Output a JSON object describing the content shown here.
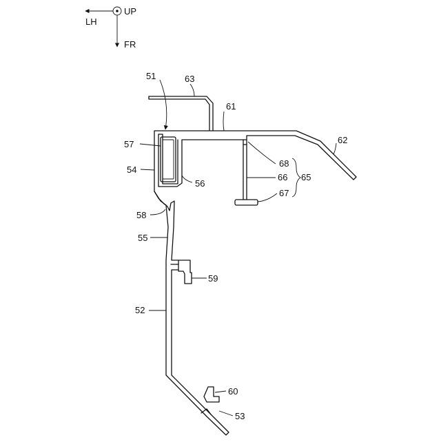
{
  "orientation": {
    "up_label": "UP",
    "left_label": "LH",
    "front_label": "FR"
  },
  "callouts": [
    {
      "id": "51",
      "text": "51"
    },
    {
      "id": "52",
      "text": "52"
    },
    {
      "id": "53",
      "text": "53"
    },
    {
      "id": "54",
      "text": "54"
    },
    {
      "id": "55",
      "text": "55"
    },
    {
      "id": "56",
      "text": "56"
    },
    {
      "id": "57",
      "text": "57"
    },
    {
      "id": "58",
      "text": "58"
    },
    {
      "id": "59",
      "text": "59"
    },
    {
      "id": "60",
      "text": "60"
    },
    {
      "id": "61",
      "text": "61"
    },
    {
      "id": "62",
      "text": "62"
    },
    {
      "id": "63",
      "text": "63"
    },
    {
      "id": "65",
      "text": "65"
    },
    {
      "id": "66",
      "text": "66"
    },
    {
      "id": "67",
      "text": "67"
    },
    {
      "id": "68",
      "text": "68"
    }
  ]
}
